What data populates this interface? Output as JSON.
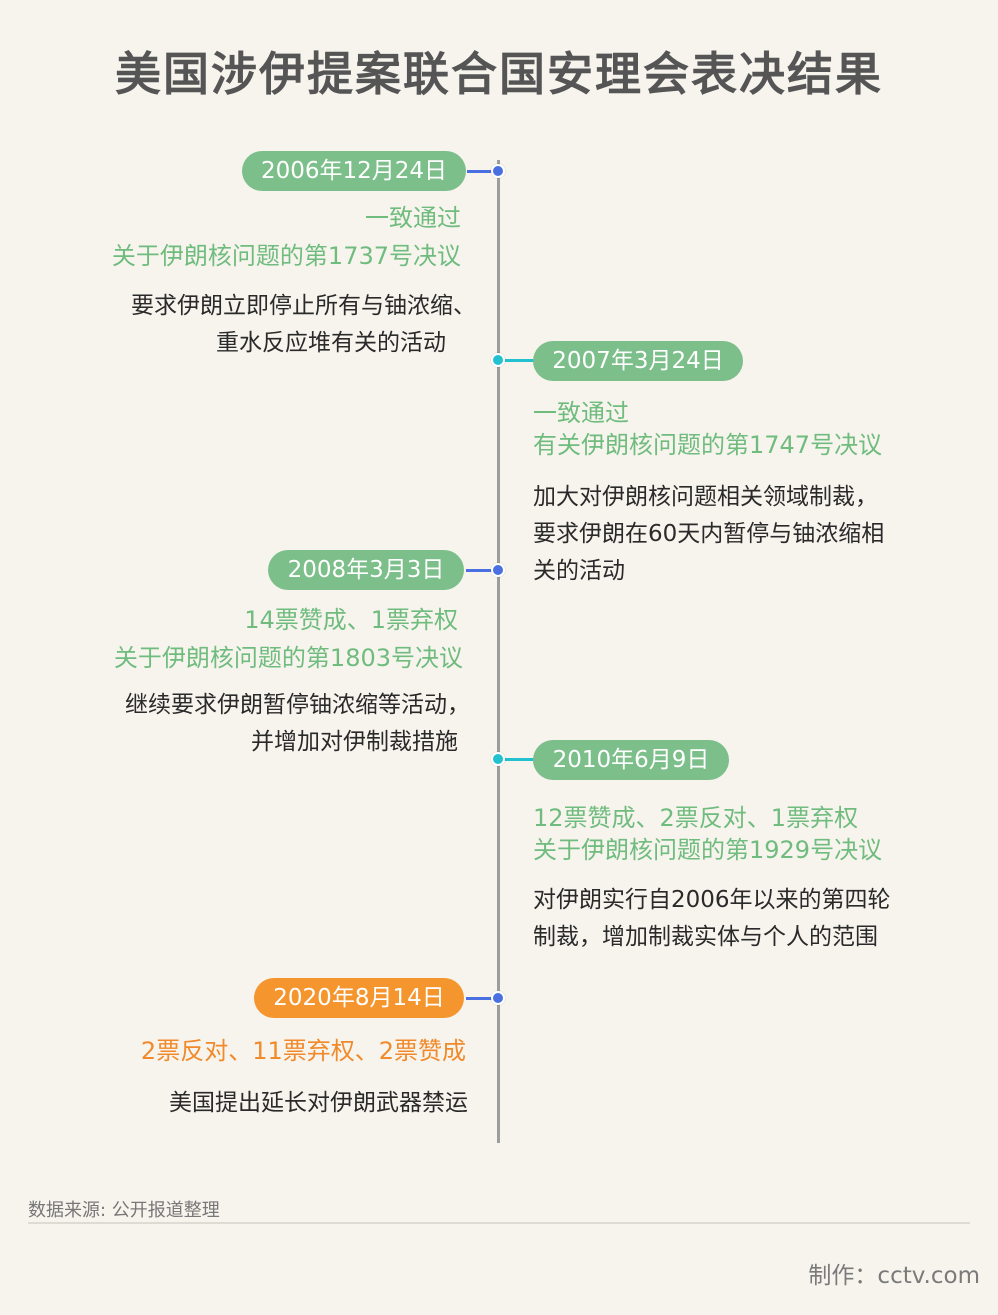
{
  "title": "美国涉伊提案联合国安理会表决结果",
  "events": [
    {
      "date": "2006年12月24日",
      "vote": "一致通过",
      "resolution": "关于伊朗核问题的第1737号决议",
      "description_lines": [
        "要求伊朗立即停止所有与铀浓缩、",
        "重水反应堆有关的活动"
      ]
    },
    {
      "date": "2007年3月24日",
      "vote": "一致通过",
      "resolution": "有关伊朗核问题的第1747号决议",
      "description_lines": [
        "加大对伊朗核问题相关领域制裁，",
        "要求伊朗在60天内暂停与铀浓缩相",
        "关的活动"
      ]
    },
    {
      "date": "2008年3月3日",
      "vote": "14票赞成、1票弃权",
      "resolution": "关于伊朗核问题的第1803号决议",
      "description_lines": [
        "继续要求伊朗暂停铀浓缩等活动，",
        "并增加对伊制裁措施"
      ]
    },
    {
      "date": "2010年6月9日",
      "vote": "12票赞成、2票反对、1票弃权",
      "resolution": "关于伊朗核问题的第1929号决议",
      "description_lines": [
        "对伊朗实行自2006年以来的第四轮",
        "制裁，增加制裁实体与个人的范围"
      ]
    },
    {
      "date": "2020年8月14日",
      "vote": "2票反对、11票弃权、2票赞成",
      "description_lines": [
        "美国提出延长对伊朗武器禁运"
      ]
    }
  ],
  "source": "数据来源: 公开报道整理",
  "credit": "制作：cctv.com",
  "colors": {
    "green": "#7cbf8a",
    "orange": "#f5952e",
    "dot_blue": "#4a6fe0",
    "dot_teal": "#22c1cf",
    "axis": "#9d9d9d",
    "background": "#f7f4ee"
  }
}
